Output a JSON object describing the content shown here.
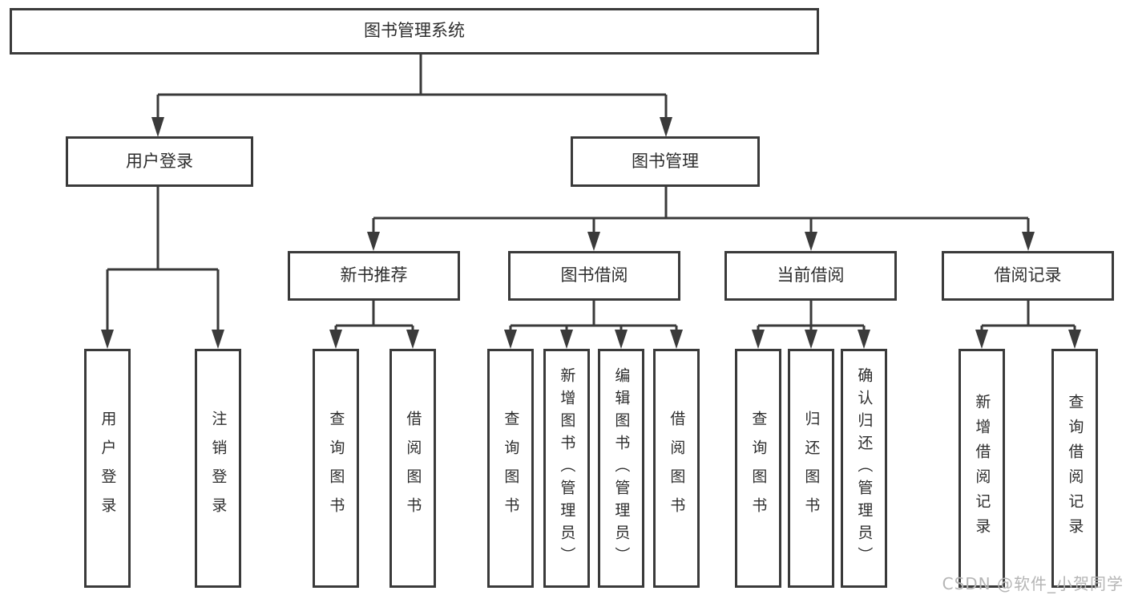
{
  "colors": {
    "background": "#ffffff",
    "line": "#3a3a3a",
    "box_border": "#3a3a3a",
    "text": "#2d2d2d",
    "watermark": "#b5b5b5"
  },
  "watermark": {
    "text": "CSDN @软件_小贺同学"
  },
  "tree": {
    "root": {
      "label": "图书管理系统"
    },
    "branches": [
      {
        "label": "用户登录",
        "children": [
          {
            "label": "用户登录"
          },
          {
            "label": "注销登录"
          }
        ]
      },
      {
        "label": "图书管理",
        "children": [
          {
            "label": "新书推荐",
            "children": [
              {
                "label": "查询图书"
              },
              {
                "label": "借阅图书"
              }
            ]
          },
          {
            "label": "图书借阅",
            "children": [
              {
                "label": "查询图书"
              },
              {
                "label": "新增图书（管理员）"
              },
              {
                "label": "编辑图书（管理员）"
              },
              {
                "label": "借阅图书"
              }
            ]
          },
          {
            "label": "当前借阅",
            "children": [
              {
                "label": "查询图书"
              },
              {
                "label": "归还图书"
              },
              {
                "label": "确认归还（管理员）"
              }
            ]
          },
          {
            "label": "借阅记录",
            "children": [
              {
                "label": "新增借阅记录"
              },
              {
                "label": "查询借阅记录"
              }
            ]
          }
        ]
      }
    ]
  }
}
